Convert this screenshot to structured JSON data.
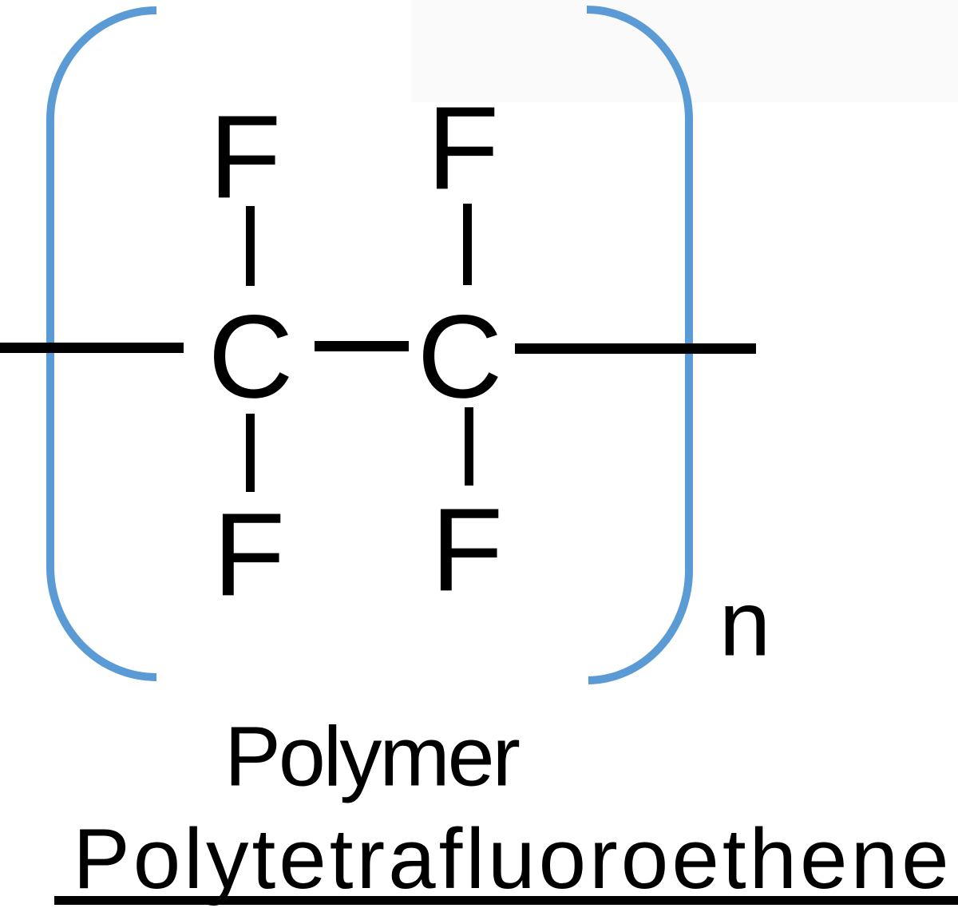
{
  "diagram": {
    "type": "chemical-structure",
    "description": "Repeating unit of a polymer shown inside blue square brackets",
    "atoms": {
      "carbon_left": "C",
      "carbon_right": "C",
      "fluorine_top_left": "F",
      "fluorine_top_right": "F",
      "fluorine_bottom_left": "F",
      "fluorine_bottom_right": "F"
    },
    "repeat_subscript": "n",
    "caption_line1": "Polymer",
    "caption_line2": "Polytetrafluoroethene",
    "colors": {
      "bracket_blue": "#5B9BD5",
      "bond_black": "#000000",
      "background": "#FFFFFF"
    }
  }
}
